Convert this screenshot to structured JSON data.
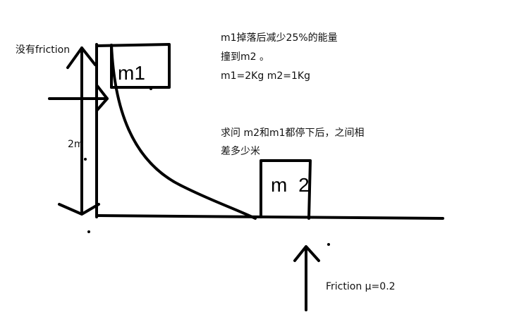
{
  "labels": {
    "no_friction": "没有friction",
    "height": "2m",
    "m1_box": "m1",
    "m2_box": "m 2",
    "friction": "Friction μ=0.2"
  },
  "problem": {
    "line1": "m1掉落后减少25%的能量",
    "line2": "撞到m2 。",
    "line3": "m1=2Kg m2=1Kg",
    "line4": "求问 m2和m1都停下后，之间相",
    "line5": "差多少米"
  },
  "colors": {
    "stroke": "#000000",
    "text": "#111111",
    "background": "#ffffff"
  }
}
